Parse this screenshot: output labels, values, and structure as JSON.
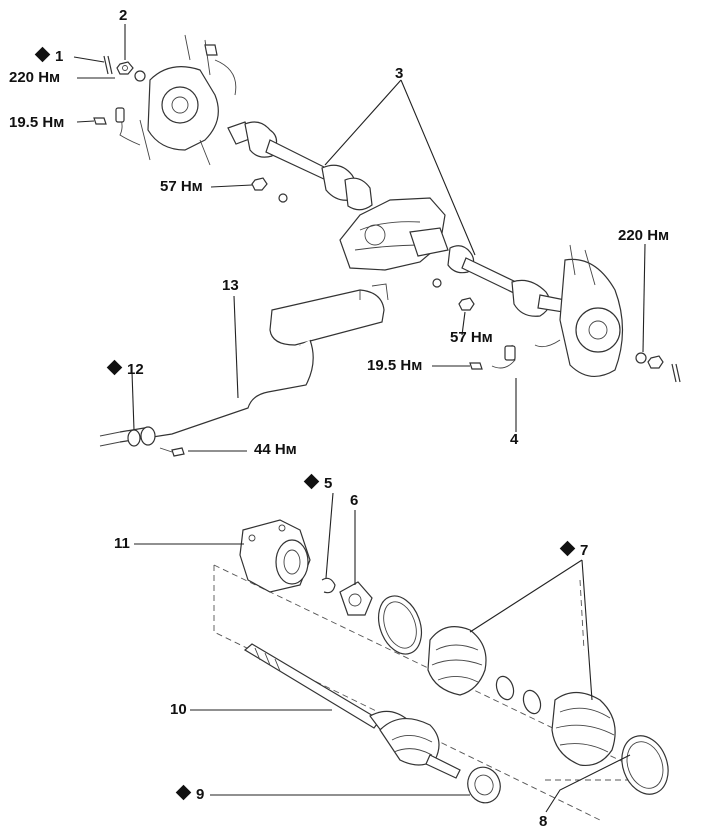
{
  "callouts": {
    "c1": "1",
    "c2": "2",
    "c3": "3",
    "c4": "4",
    "c5": "5",
    "c6": "6",
    "c7": "7",
    "c8": "8",
    "c9": "9",
    "c10": "10",
    "c11": "11",
    "c12": "12",
    "c13": "13"
  },
  "torques": {
    "t220_left": "220 Нм",
    "t19_left": "19.5 Нм",
    "t57_left": "57 Нм",
    "t220_right": "220 Нм",
    "t57_right": "57 Нм",
    "t19_right": "19.5 Нм",
    "t44": "44 Нм"
  },
  "marker": "diamond"
}
